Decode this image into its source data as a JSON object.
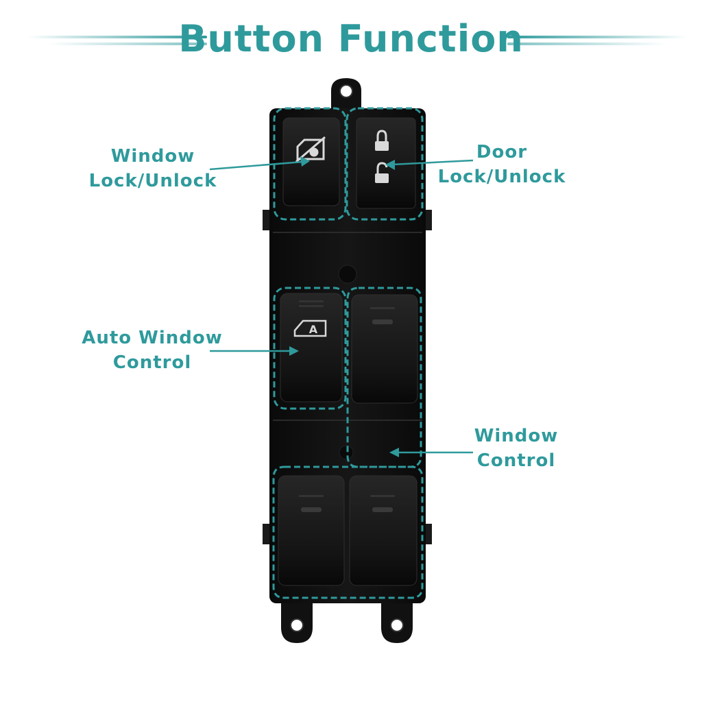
{
  "title": "Button Function",
  "colors": {
    "accent": "#2f9a9c",
    "device_body": "#121212",
    "button_face": "#1c1c1c",
    "icon": "#d9d9d9"
  },
  "labels": {
    "window_lock": {
      "line1": "Window",
      "line2": "Lock/Unlock"
    },
    "door_lock": {
      "line1": "Door",
      "line2": "Lock/Unlock"
    },
    "auto_window": {
      "line1": "Auto Window",
      "line2": "Control"
    },
    "window_control": {
      "line1": "Window",
      "line2": "Control"
    }
  },
  "icons": {
    "window_lock": "window-lock-icon",
    "door_lock": "padlock-icon",
    "door_unlock": "padlock-open-icon",
    "auto_window": "auto-window-icon"
  },
  "auto_badge": "A"
}
